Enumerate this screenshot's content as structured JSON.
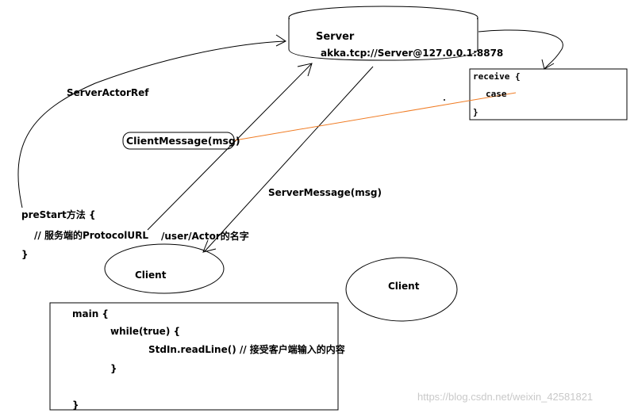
{
  "server": {
    "title": "Server",
    "address": "akka.tcp://Server@127.0.0.1:8878"
  },
  "labels": {
    "server_actor_ref": "ServerActorRef",
    "client_message": "ClientMessage(msg)",
    "server_message": "ServerMessage(msg)",
    "user_actor_name": "/user/Actor的名字"
  },
  "receive_box": {
    "line1": "receive {",
    "line2": "case",
    "line3": "}"
  },
  "prestart": {
    "line1": "preStart方法 {",
    "line2": "// 服务端的ProtocolURL",
    "line3": "}"
  },
  "clients": {
    "left": "Client",
    "right": "Client"
  },
  "main_box": {
    "line1": "main {",
    "line2": "while(true) {",
    "line3": "StdIn.readLine() // 接受客户端输入的内容",
    "line4": "}",
    "line5": "}"
  },
  "watermark": "https://blog.csdn.net/weixin_42581821",
  "colors": {
    "stroke": "#000000",
    "orange_line": "#f07c24",
    "background": "#ffffff"
  }
}
